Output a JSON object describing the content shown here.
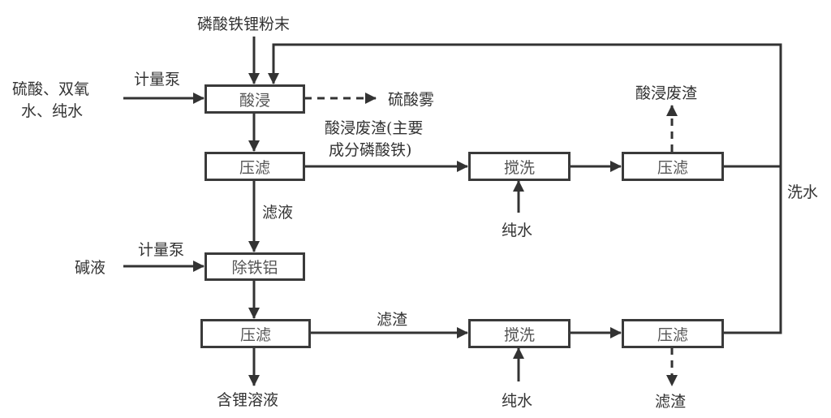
{
  "title": "磷酸铁锂粉末回收工艺流程",
  "colors": {
    "line": "#333333",
    "box_border": "#3a3a3a",
    "text": "#333333"
  },
  "inputs": {
    "lfp_powder": "磷酸铁锂粉末",
    "acid_feed_line1": "硫酸、双氧",
    "acid_feed_line2": "水、纯水",
    "pump_1": "计量泵",
    "alkali": "碱液",
    "pump_2": "计量泵",
    "pure_water_top": "纯水",
    "pure_water_bottom": "纯水"
  },
  "boxes": {
    "acid_leach": "酸浸",
    "filter_press_1": "压滤",
    "remove_fe_al": "除铁铝",
    "filter_press_2": "压滤",
    "wash_top": "搅洗",
    "filter_press_top_right": "压滤",
    "wash_bottom": "搅洗",
    "filter_press_bottom_right": "压滤"
  },
  "outputs": {
    "acid_mist": "硫酸雾",
    "leach_residue_line1": "酸浸废渣(主要",
    "leach_residue_line2": "成分磷酸铁)",
    "filtrate": "滤液",
    "leach_waste_out": "酸浸废渣",
    "filter_residue_mid": "滤渣",
    "lithium_solution": "含锂溶液",
    "filter_residue_out": "滤渣",
    "wash_water": "洗水"
  }
}
